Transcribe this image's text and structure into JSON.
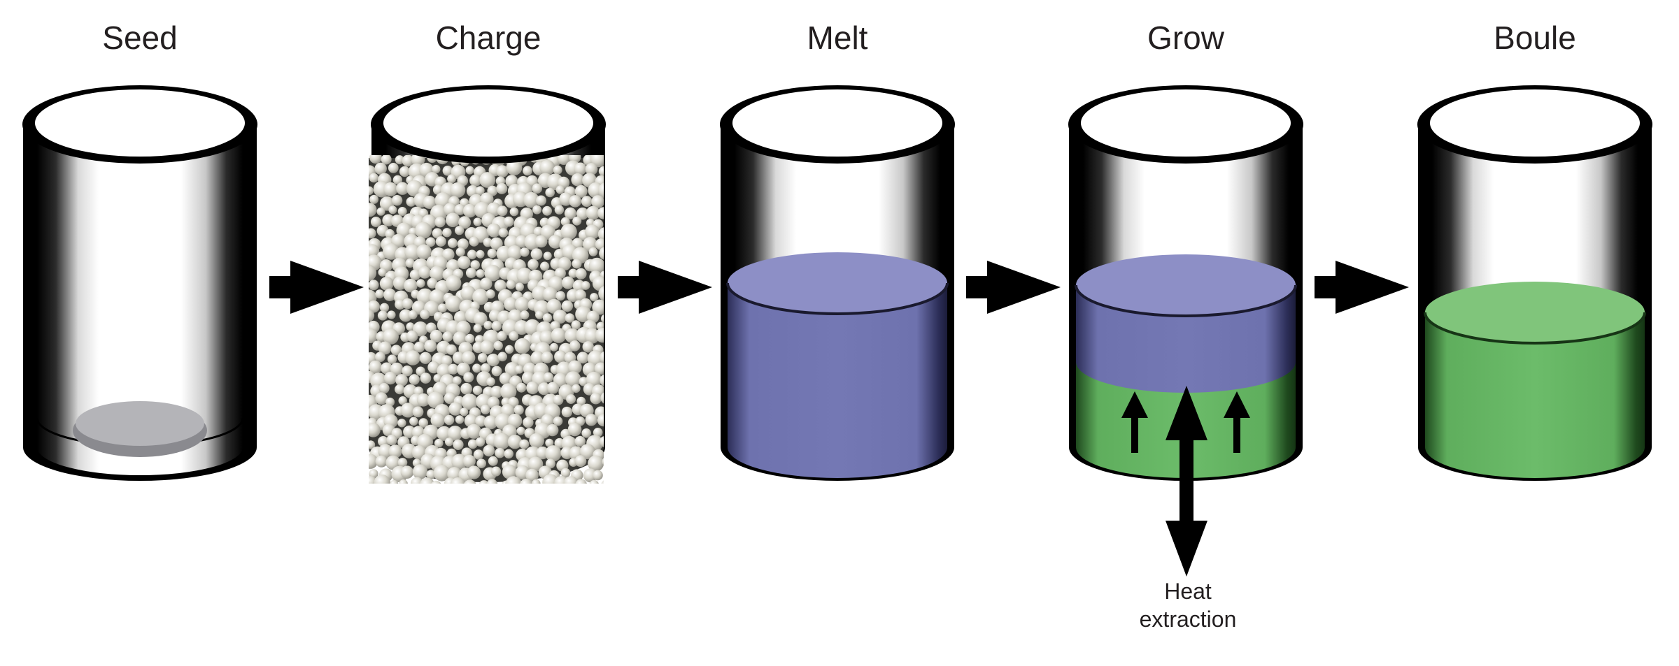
{
  "steps": [
    {
      "label": "Seed"
    },
    {
      "label": "Charge"
    },
    {
      "label": "Melt"
    },
    {
      "label": "Grow"
    },
    {
      "label": "Boule"
    }
  ],
  "annotation": {
    "line1": "Heat",
    "line2": "extraction"
  },
  "colors": {
    "outline": "#111111",
    "melt": "#7478b4",
    "melt_top": "#8d8fc6",
    "crystal": "#6cbc6a",
    "crystal_top": "#80c57b",
    "seed": "#a9a9ad",
    "bead": "#e4e2d9"
  }
}
